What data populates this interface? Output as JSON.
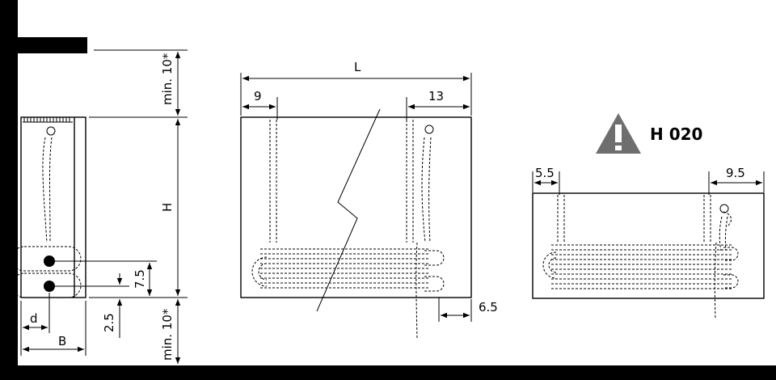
{
  "side_view": {
    "clearance_top": "min. 10*",
    "height_label": "H",
    "dim_7_5": "7.5",
    "dim_2_5": "2.5",
    "clearance_bottom": "min. 10*",
    "depth_d": "d",
    "depth_B": "B"
  },
  "front_view_long": {
    "length_label": "L",
    "left_offset": "9",
    "right_offset": "13",
    "bottom_offset": "6.5"
  },
  "warning": {
    "code": "H 020",
    "icon": "warning-triangle-icon"
  },
  "front_view_short": {
    "left_offset": "5.5",
    "right_offset": "9.5"
  }
}
